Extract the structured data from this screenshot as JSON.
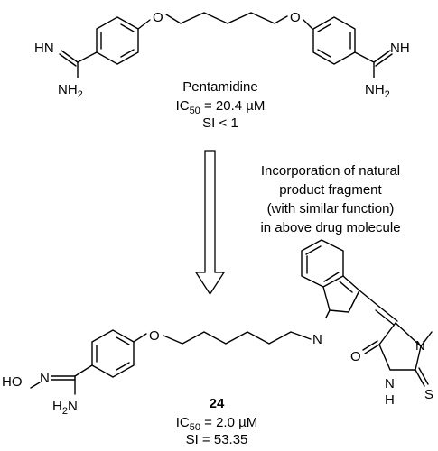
{
  "top_compound": {
    "name": "Pentamidine",
    "ic50_label": "IC",
    "ic50_sub": "50",
    "ic50_value": " = 20.4 µM",
    "si_label": "SI",
    "si_value": "< 1",
    "atoms": {
      "o_left": "O",
      "o_right": "O",
      "nh_left": "HN",
      "nh2_left_n": "NH",
      "nh2_left_sub": "2",
      "nh_right": "NH",
      "nh2_right_n": "NH",
      "nh2_right_sub": "2"
    }
  },
  "arrow_caption": [
    "Incorporation of natural",
    "product fragment",
    "(with similar function)",
    "in above drug molecule"
  ],
  "bottom_compound": {
    "number": "24",
    "ic50_label": "IC",
    "ic50_sub": "50",
    "ic50_value": " = 2.0 µM",
    "si_label": "SI",
    "si_value": " = 53.35",
    "atoms": {
      "o_ether": "O",
      "ho": "HO",
      "n_oxime": "N",
      "h2n_h": "H",
      "h2n_sub": "2",
      "h2n_n": "N",
      "n_indole": "N",
      "n_methyl": "N",
      "o_carbonyl": "O",
      "nh": "N",
      "nh_h": "H",
      "s": "S"
    }
  },
  "colors": {
    "ink": "#000000",
    "background": "#ffffff"
  }
}
